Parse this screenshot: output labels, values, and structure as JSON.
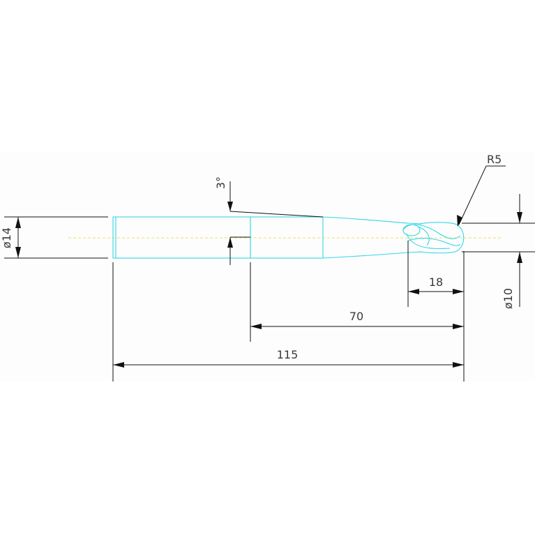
{
  "dimensions": {
    "shank_diameter": "ø14",
    "tip_diameter": "ø10",
    "taper_angle": "3°",
    "ball_radius": "R5",
    "flute_length": "18",
    "reach_length": "70",
    "overall_length": "115"
  },
  "colors": {
    "background": "#ffffff",
    "panel": "#fdfdfd",
    "tool_outline": "#33d6e6",
    "dimension_lines": "#111111",
    "centerline": "#f0e060",
    "text": "#3a3a3a"
  }
}
